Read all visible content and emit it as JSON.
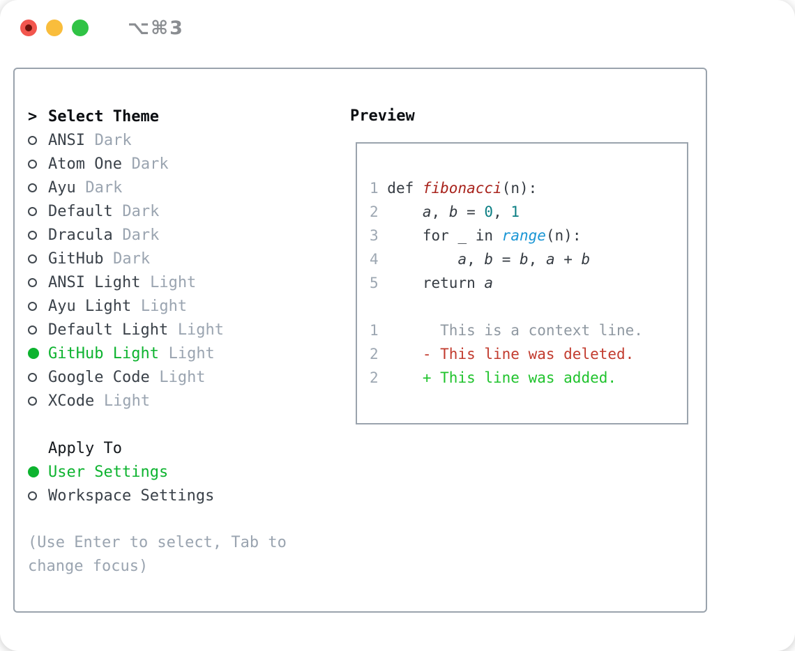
{
  "window": {
    "title": "⌥⌘3"
  },
  "colors": {
    "selection_green": "#0db32f",
    "added_green": "#20c32d",
    "deleted_red": "#c23b2e",
    "function_red": "#a8231c",
    "number_teal": "#0c7f84",
    "call_blue": "#1a96d5",
    "muted_gray": "#9aa4b0",
    "text_dark": "#3a4149",
    "panel_border": "#9aa3ad",
    "traffic_red": "#f2564e",
    "traffic_yellow": "#f9bd3c",
    "traffic_green": "#30c345"
  },
  "theme_panel": {
    "prompt": ">",
    "header": "Select Theme",
    "themes": [
      {
        "name": "ANSI",
        "variant": "Dark",
        "selected": false
      },
      {
        "name": "Atom One",
        "variant": "Dark",
        "selected": false
      },
      {
        "name": "Ayu",
        "variant": "Dark",
        "selected": false
      },
      {
        "name": "Default",
        "variant": "Dark",
        "selected": false
      },
      {
        "name": "Dracula",
        "variant": "Dark",
        "selected": false
      },
      {
        "name": "GitHub",
        "variant": "Dark",
        "selected": false
      },
      {
        "name": "ANSI Light",
        "variant": "Light",
        "selected": false
      },
      {
        "name": "Ayu Light",
        "variant": "Light",
        "selected": false
      },
      {
        "name": "Default Light",
        "variant": "Light",
        "selected": false
      },
      {
        "name": "GitHub Light",
        "variant": "Light",
        "selected": true
      },
      {
        "name": "Google Code",
        "variant": "Light",
        "selected": false
      },
      {
        "name": "XCode",
        "variant": "Light",
        "selected": false
      }
    ],
    "apply_header": "Apply To",
    "apply_options": [
      {
        "label": "User Settings",
        "selected": true
      },
      {
        "label": "Workspace Settings",
        "selected": false
      }
    ],
    "help_lines": [
      "(Use Enter to select, Tab to",
      "change focus)"
    ]
  },
  "preview": {
    "header": "Preview",
    "code_lines": [
      {
        "n": "1",
        "tokens": [
          [
            "fg",
            " def "
          ],
          [
            "fn",
            "fibonacci"
          ],
          [
            "fg",
            "(n):"
          ]
        ]
      },
      {
        "n": "2",
        "tokens": [
          [
            "fg",
            "     "
          ],
          [
            "var",
            "a"
          ],
          [
            "fg",
            ", "
          ],
          [
            "var",
            "b"
          ],
          [
            "fg",
            " = "
          ],
          [
            "num",
            "0"
          ],
          [
            "fg",
            ", "
          ],
          [
            "num",
            "1"
          ]
        ]
      },
      {
        "n": "3",
        "tokens": [
          [
            "fg",
            "     for _ in "
          ],
          [
            "call",
            "range"
          ],
          [
            "fg",
            "(n):"
          ]
        ]
      },
      {
        "n": "4",
        "tokens": [
          [
            "fg",
            "         "
          ],
          [
            "var",
            "a"
          ],
          [
            "fg",
            ", "
          ],
          [
            "var",
            "b"
          ],
          [
            "fg",
            " = "
          ],
          [
            "var",
            "b"
          ],
          [
            "fg",
            ", "
          ],
          [
            "var",
            "a"
          ],
          [
            "fg",
            " + "
          ],
          [
            "var",
            "b"
          ]
        ]
      },
      {
        "n": "5",
        "tokens": [
          [
            "fg",
            "     return "
          ],
          [
            "var",
            "a"
          ]
        ]
      }
    ],
    "diff_lines": [
      {
        "n": "1",
        "tokens": [
          [
            "ctx",
            "       This is a context line."
          ]
        ]
      },
      {
        "n": "2",
        "tokens": [
          [
            "del",
            "     - This line was deleted."
          ]
        ]
      },
      {
        "n": "2",
        "tokens": [
          [
            "add",
            "     + This line was added."
          ]
        ]
      }
    ]
  }
}
